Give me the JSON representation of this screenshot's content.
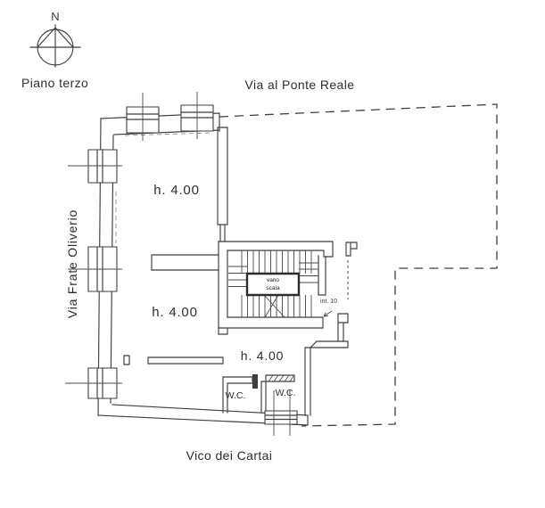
{
  "title": "Piano terzo",
  "compass": {
    "label": "N"
  },
  "streets": {
    "top": "Via al Ponte Reale",
    "left": "Via Frate Oliverio",
    "bottom": "Vico dei Cartai"
  },
  "labels": {
    "room1_height": "h. 4.00",
    "room2_height": "h. 4.00",
    "room3_height": "h. 4.00",
    "wc_left": "W.C.",
    "wc_right": "W.C.",
    "stairwell": {
      "line1": "vano",
      "line2": "scala"
    },
    "unit": "int. 10"
  },
  "colors": {
    "line": "#3f3f3f",
    "text": "#2e2e2e",
    "background": "#ffffff"
  }
}
